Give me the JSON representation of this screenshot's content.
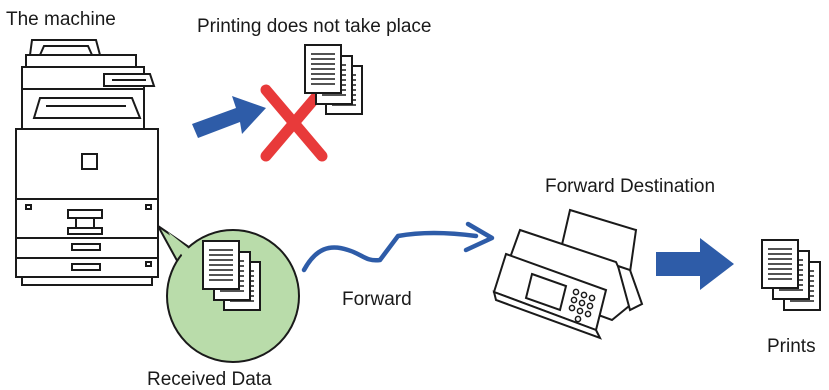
{
  "labels": {
    "machine": "The machine",
    "no_print": "Printing does not take place",
    "forward_destination": "Forward Destination",
    "forward": "Forward",
    "received_data": "Received Data",
    "prints": "Prints"
  },
  "colors": {
    "arrow_blue": "#2e5ca8",
    "cross_red": "#e83a3a",
    "bubble_green": "#b9dcaa",
    "outline": "#1a1a1a",
    "machine_fill": "#ffffff"
  },
  "icons": {
    "mfp": "multifunction-printer-icon",
    "fax": "fax-machine-icon",
    "document": "document-stack-icon",
    "cross": "cross-icon",
    "arrow": "arrow-icon",
    "lightning": "lightning-arrow-icon"
  }
}
